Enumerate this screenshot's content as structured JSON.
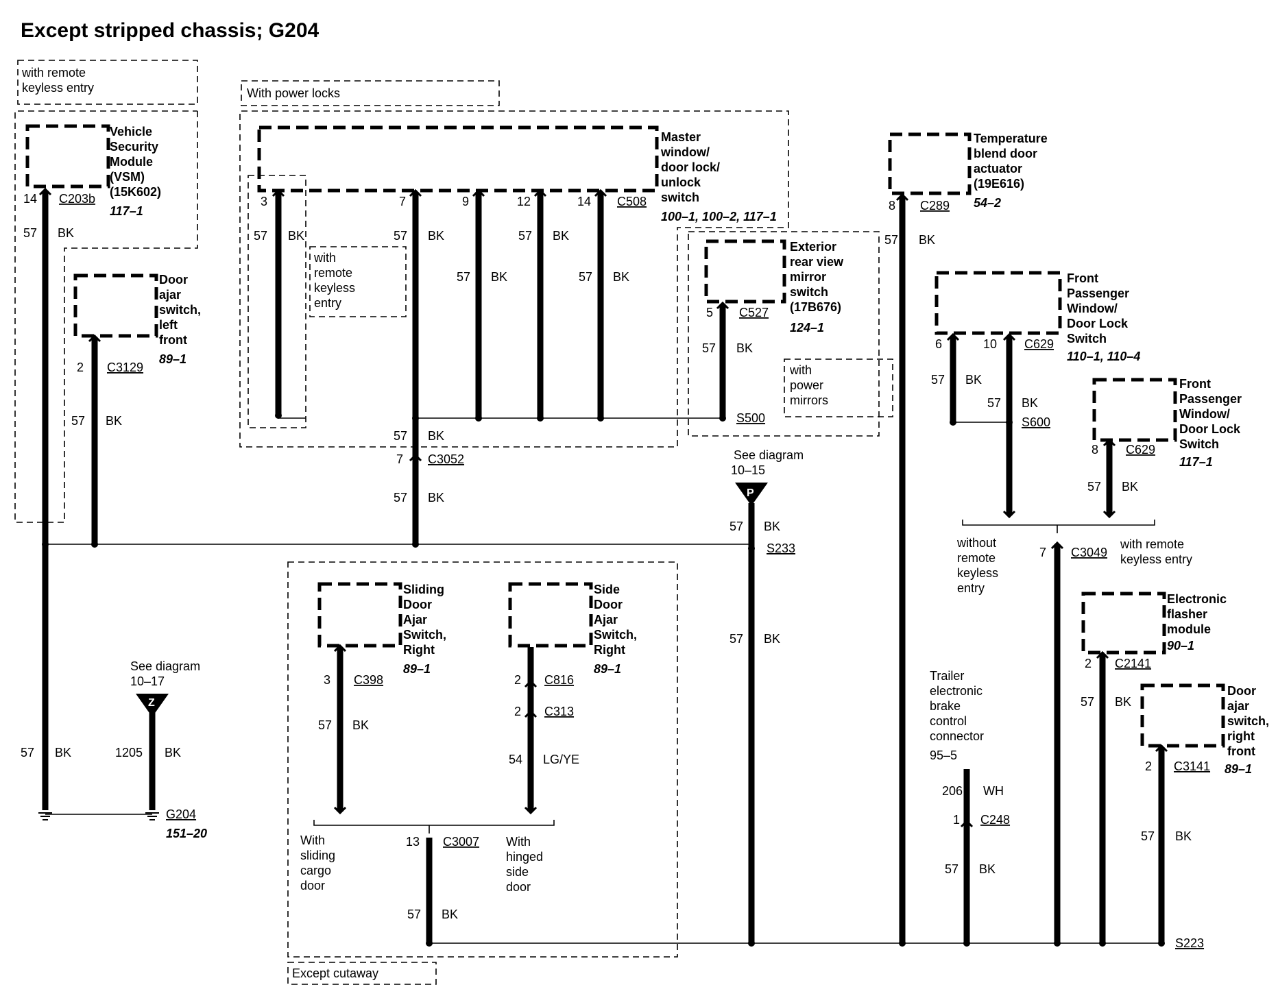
{
  "title": "Except stripped chassis; G204",
  "option_labels": {
    "rke_top": [
      "with remote",
      "keyless entry"
    ],
    "power_locks": "With power locks",
    "rke_inner": [
      "with",
      "remote",
      "keyless",
      "entry"
    ],
    "power_mirrors": [
      "with",
      "power",
      "mirrors"
    ],
    "except_cutaway": "Except cutaway"
  },
  "components": {
    "vsm": {
      "name": [
        "Vehicle",
        "Security",
        "Module",
        "(VSM)",
        "(15K602)"
      ],
      "ref": "117–1"
    },
    "door_ajar_lf": {
      "name": [
        "Door",
        "ajar",
        "switch,",
        "left",
        "front"
      ],
      "ref": "89–1"
    },
    "master_switch": {
      "name": [
        "Master",
        "window/",
        "door lock/",
        "unlock",
        "switch"
      ],
      "ref": "100–1, 100–2, 117–1"
    },
    "mirror_switch": {
      "name": [
        "Exterior",
        "rear view",
        "mirror",
        "switch",
        "(17B676)"
      ],
      "ref": "124–1"
    },
    "temp_actuator": {
      "name": [
        "Temperature",
        "blend door",
        "actuator",
        "(19E616)"
      ],
      "ref": "54–2"
    },
    "front_pass_switch_a": {
      "name": [
        "Front",
        "Passenger",
        "Window/",
        "Door Lock",
        "Switch"
      ],
      "ref": "110–1, 110–4"
    },
    "front_pass_switch_b": {
      "name": [
        "Front",
        "Passenger",
        "Window/",
        "Door Lock",
        "Switch"
      ],
      "ref": "117–1"
    },
    "sliding_door_switch": {
      "name": [
        "Sliding",
        "Door",
        "Ajar",
        "Switch,",
        "Right"
      ],
      "ref": "89–1"
    },
    "side_door_switch": {
      "name": [
        "Side",
        "Door",
        "Ajar",
        "Switch,",
        "Right"
      ],
      "ref": "89–1"
    },
    "flasher": {
      "name": [
        "Electronic",
        "flasher",
        "module"
      ],
      "ref": "90–1"
    },
    "door_ajar_rf": {
      "name": [
        "Door",
        "ajar",
        "switch,",
        "right",
        "front"
      ],
      "ref": "89–1"
    },
    "trailer": {
      "name": [
        "Trailer",
        "electronic",
        "brake",
        "control",
        "connector"
      ],
      "ref": "95–5"
    }
  },
  "connectors": {
    "c203b": "C203b",
    "c3129": "C3129",
    "c508": "C508",
    "c527": "C527",
    "c289": "C289",
    "c629a": "C629",
    "c629b": "C629",
    "c3052": "C3052",
    "c3049": "C3049",
    "c2141": "C2141",
    "c3141": "C3141",
    "c398": "C398",
    "c816": "C816",
    "c313": "C313",
    "c3007": "C3007",
    "c248": "C248"
  },
  "splices": {
    "s500": "S500",
    "s600": "S600",
    "s233": "S233",
    "s223": "S223"
  },
  "ground": {
    "name": "G204",
    "ref": "151–20"
  },
  "pins": {
    "vsm": "14",
    "lf": "2",
    "m1": "3",
    "m2": "7",
    "m3": "9",
    "m4": "12",
    "m5": "14",
    "mirror": "5",
    "temp": "8",
    "fp1": "6",
    "fp2": "10",
    "fpb": "8",
    "c3052": "7",
    "c3049": "7",
    "flasher": "2",
    "rf": "2",
    "sliding": "3",
    "side1": "2",
    "side2": "2",
    "c3007": "13",
    "c248": "1"
  },
  "wires": {
    "circuit": "57",
    "color": "BK",
    "z_circuit": "1205",
    "side_circuit": "54",
    "side_color": "LG/YE",
    "trailer_circuit": "206",
    "trailer_color": "WH"
  },
  "refs": {
    "see_diagram": "See diagram",
    "p": {
      "letter": "P",
      "ref": "10–15"
    },
    "z": {
      "letter": "Z",
      "ref": "10–17"
    }
  },
  "notes": {
    "without_rke": [
      "without",
      "remote",
      "keyless",
      "entry"
    ],
    "with_rke": [
      "with remote",
      "keyless entry"
    ],
    "sliding": [
      "With",
      "sliding",
      "cargo",
      "door"
    ],
    "hinged": [
      "With",
      "hinged",
      "side",
      "door"
    ]
  }
}
